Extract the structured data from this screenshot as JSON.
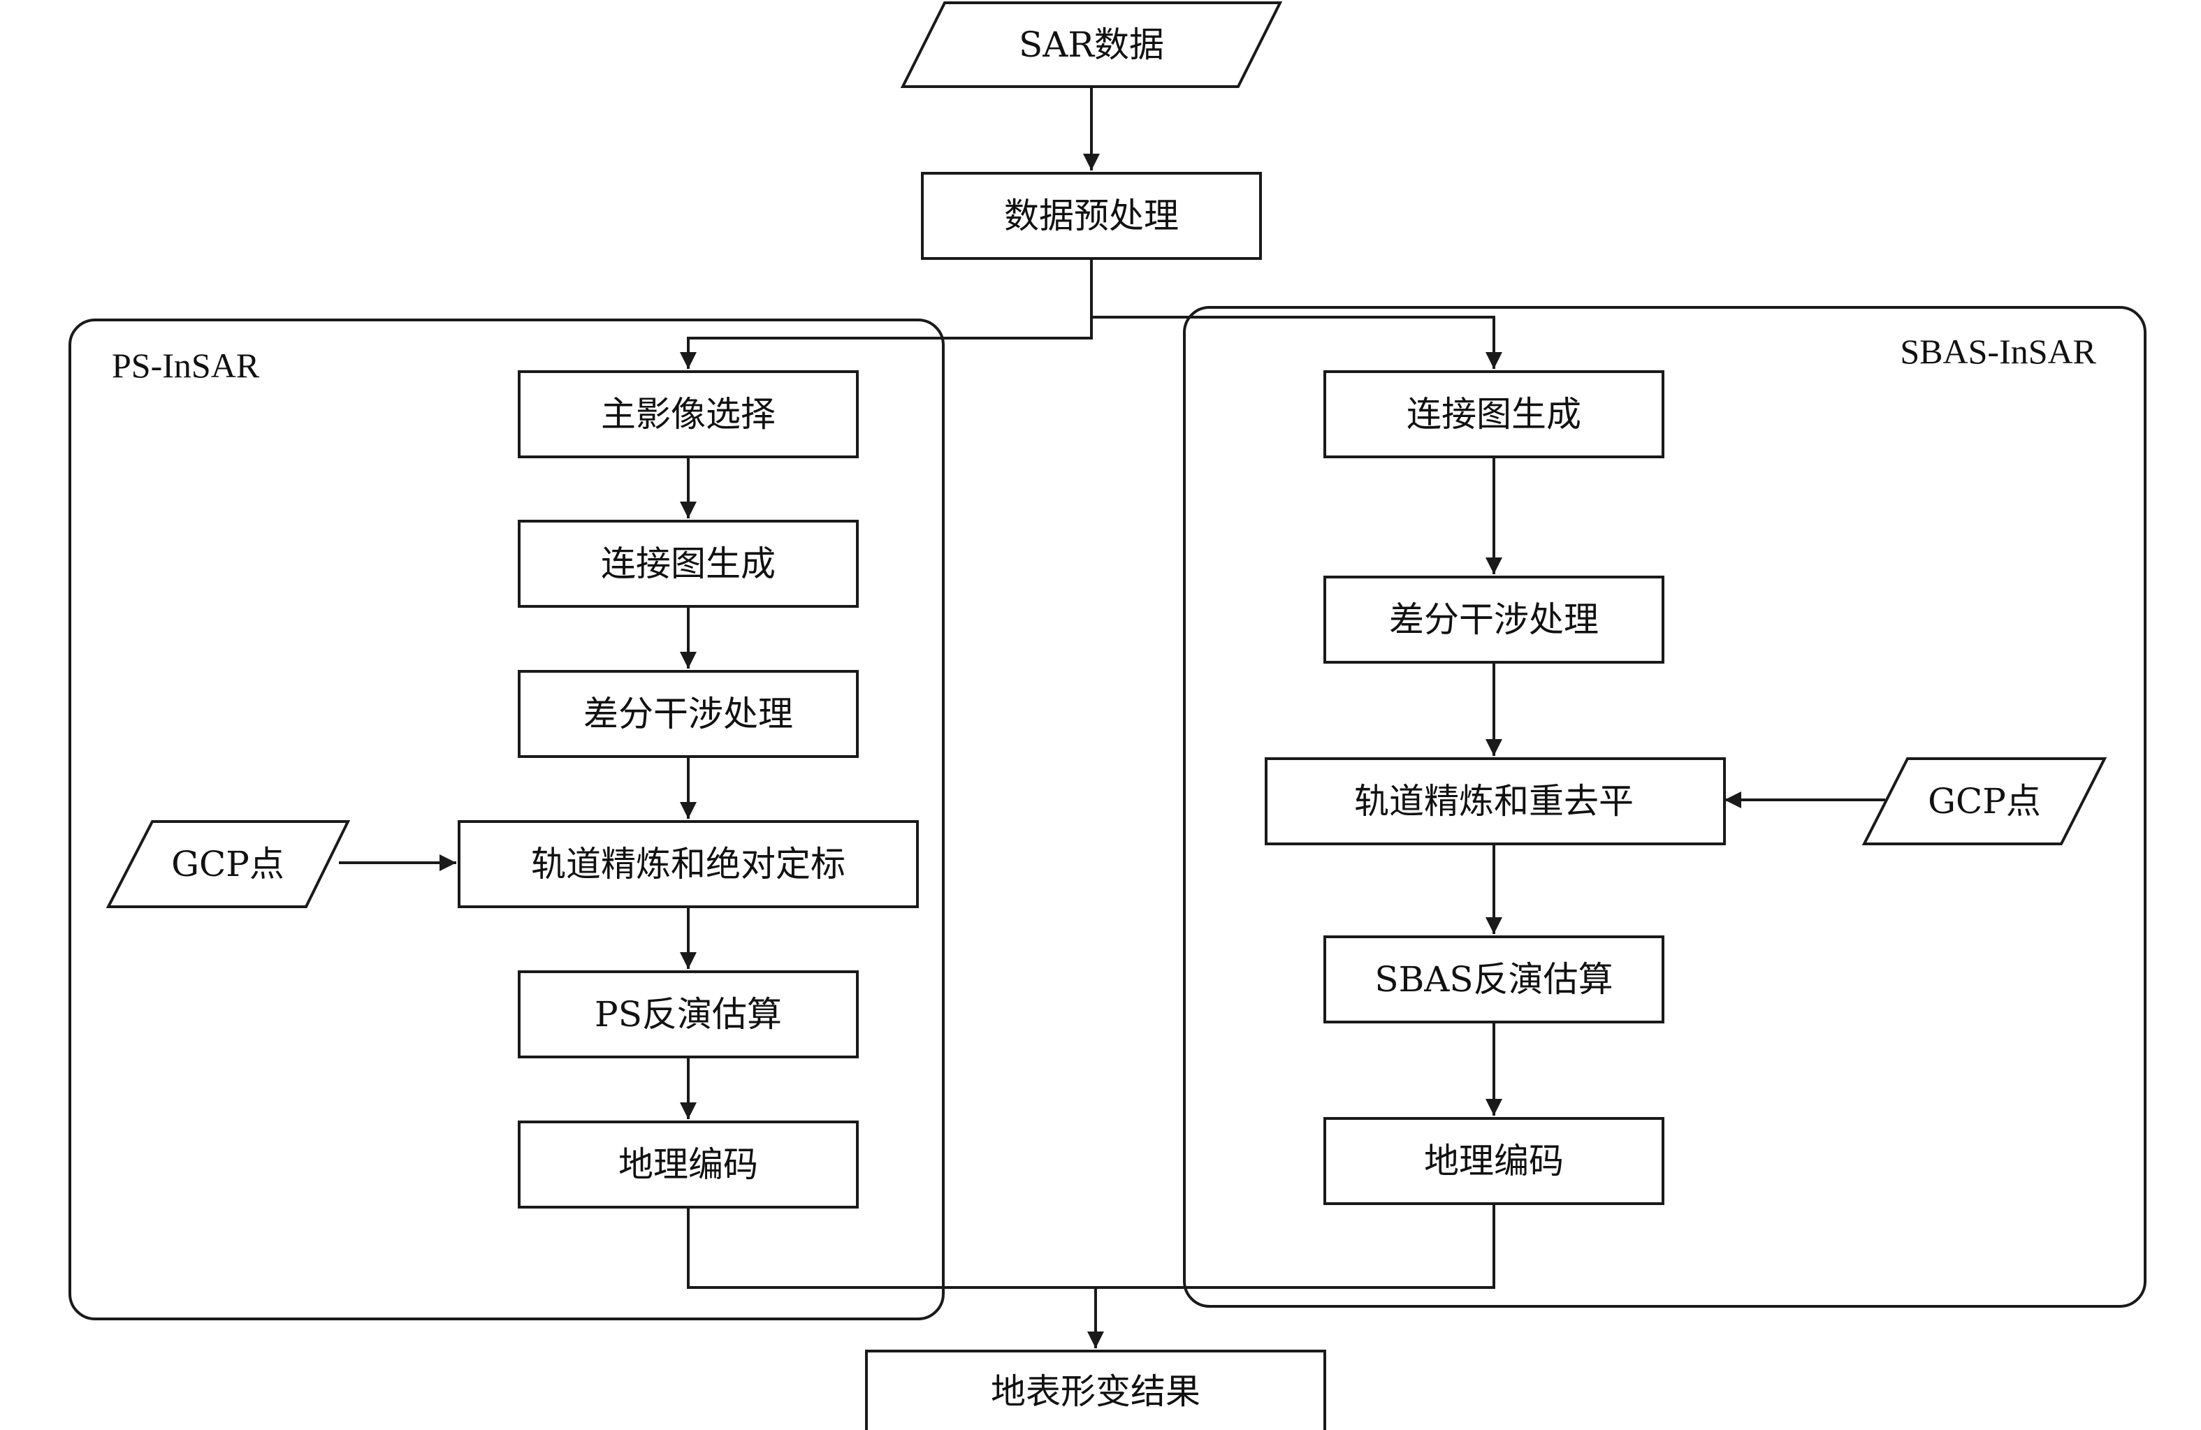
{
  "input": {
    "label": "SAR数据"
  },
  "preprocess": {
    "label": "数据预处理"
  },
  "ps_group": {
    "title": "PS-InSAR",
    "steps": [
      "主影像选择",
      "连接图生成",
      "差分干涉处理",
      "轨道精炼和绝对定标",
      "PS反演估算",
      "地理编码"
    ],
    "gcp_label": "GCP点"
  },
  "sbas_group": {
    "title": "SBAS-InSAR",
    "steps": [
      "连接图生成",
      "差分干涉处理",
      "轨道精炼和重去平",
      "SBAS反演估算",
      "地理编码"
    ],
    "gcp_label": "GCP点"
  },
  "output": {
    "label": "地表形变结果"
  },
  "colors": {
    "stroke": "#1a1a1a",
    "fill": "#ffffff",
    "text": "#111111"
  }
}
